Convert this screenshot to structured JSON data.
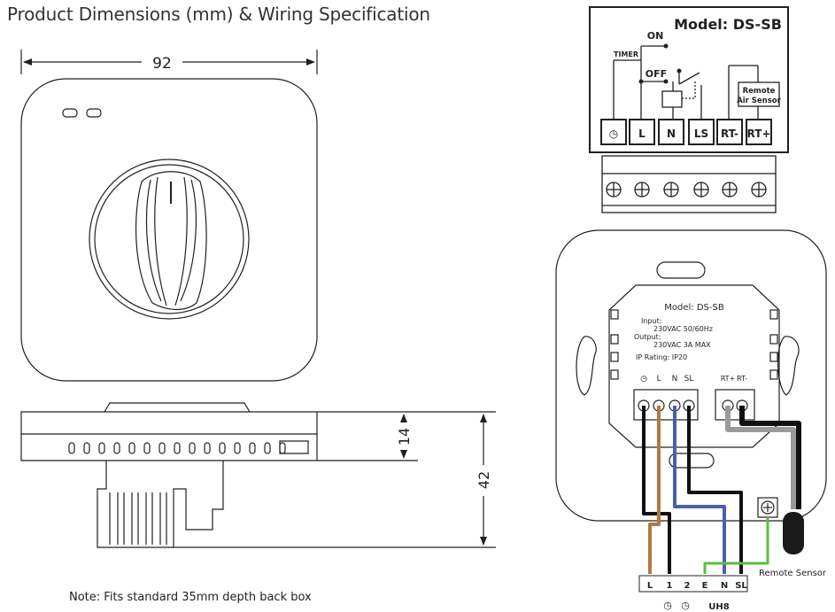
{
  "title": "Product Dimensions (mm) & Wiring Specification",
  "note": "Note: Fits standard 35mm depth back box",
  "dimensions": {
    "width": "92",
    "depth_top": "14",
    "depth_total": "42"
  },
  "schematic": {
    "model": "Model: DS-SB",
    "on": "ON",
    "off": "OFF",
    "timer": "TIMER",
    "sensor_line1": "Remote",
    "sensor_line2": "Air Sensor",
    "terminals": [
      "◷",
      "L",
      "N",
      "LS",
      "RT-",
      "RT+"
    ]
  },
  "backplate": {
    "model": "Model: DS-SB",
    "input_label": "Input:",
    "input_value": "230VAC 50/60Hz",
    "output_label": "Output:",
    "output_value": "230VAC 3A MAX",
    "ip_rating": "IP Rating: IP20",
    "left_terminals": [
      "◷",
      "L",
      "N",
      "SL"
    ],
    "right_terminals": [
      "RT+",
      "RT-"
    ]
  },
  "wiring_centre": {
    "terminals": [
      "L",
      "1",
      "2",
      "E",
      "N",
      "SL"
    ],
    "clock_symbols": [
      "◷",
      "◷"
    ],
    "name": "UH8"
  },
  "remote_sensor_label": "Remote Sensor",
  "colors": {
    "live": "#111111",
    "brown": "#b5773d",
    "blue": "#4a5fb0",
    "earth": "#5dbb46",
    "sensor": "#9a9a9a"
  }
}
